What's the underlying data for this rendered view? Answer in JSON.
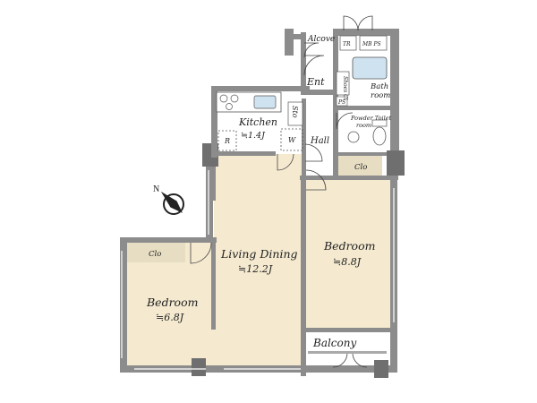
{
  "rooms": {
    "alcove": {
      "name": "Alcove"
    },
    "tr": {
      "name": "TR"
    },
    "mbps": {
      "name": "MB PS"
    },
    "entrance": {
      "name": "Ent"
    },
    "shoes_closet": {
      "name": "Shoes Cl"
    },
    "bath": {
      "name": "Bath",
      "name2": "room"
    },
    "ps": {
      "name": "PS"
    },
    "powder": {
      "name": "Powder Toilet",
      "name2": "room"
    },
    "storage": {
      "name": "Sto"
    },
    "kitchen": {
      "name": "Kitchen",
      "size": "≒1.4J"
    },
    "refrigerator": {
      "name": "R"
    },
    "washer": {
      "name": "W"
    },
    "hall": {
      "name": "Hall"
    },
    "closet_right": {
      "name": "Clo"
    },
    "closet_left": {
      "name": "Clo"
    },
    "living_dining": {
      "name": "Living Dining",
      "size": "≒12.2J"
    },
    "bedroom_right": {
      "name": "Bedroom",
      "size": "≒8.8J"
    },
    "bedroom_left": {
      "name": "Bedroom",
      "size": "≒6.8J"
    },
    "balcony": {
      "name": "Balcony"
    }
  },
  "compass": {
    "label": "N"
  },
  "colors": {
    "wall": "#8c8c8c",
    "wall_dark": "#6f6f6f",
    "living_floor": "#f5ead0",
    "bedroom_floor": "#f5ead0",
    "wet_floor": "#ffffff",
    "closet_fill": "#e6ddc2",
    "fixture_blue": "#cfe2f0"
  }
}
